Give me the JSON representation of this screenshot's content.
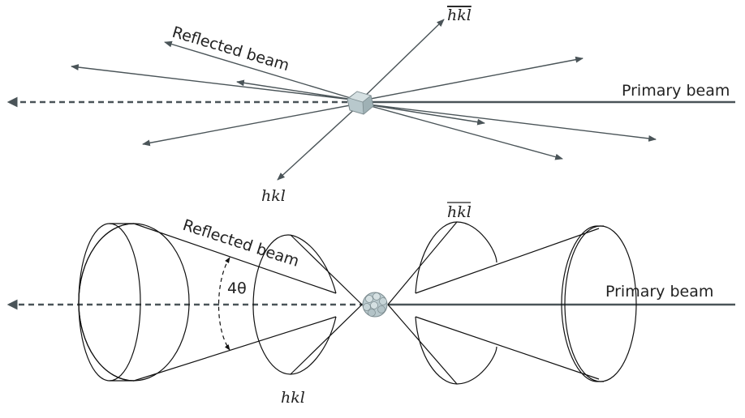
{
  "top": {
    "reflected_label": "Reflected beam",
    "primary_label": "Primary beam",
    "hkl_bar_label": "hkl",
    "hkl_label": "hkl"
  },
  "bottom": {
    "reflected_label": "Reflected beam",
    "primary_label": "Primary beam",
    "hkl_bar_label": "hkl",
    "hkl_label": "hkl",
    "angle_label": "4θ"
  },
  "colors": {
    "beam": "#4a5458",
    "crystal_fill": "#b8c8cc",
    "outline": "#111111"
  }
}
